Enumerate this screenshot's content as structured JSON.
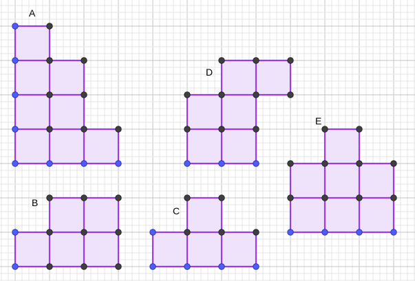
{
  "colors": {
    "background": "#ffffff",
    "grid_minor": "#e6e6e6",
    "grid_major": "#c4c4c4",
    "fill": "#efe3fb",
    "edge": "#9b3be8",
    "vertex_blue": "#4d5cff",
    "vertex_dark": "#3f3f3f"
  },
  "shapes": [
    {
      "id": "A",
      "label": "A",
      "cells": [
        [
          0,
          0
        ],
        [
          0,
          1
        ],
        [
          1,
          1
        ],
        [
          0,
          2
        ],
        [
          1,
          2
        ],
        [
          0,
          3
        ],
        [
          1,
          3
        ],
        [
          2,
          3
        ]
      ],
      "blue_vertices": [
        [
          0,
          0
        ],
        [
          0,
          1
        ],
        [
          0,
          2
        ],
        [
          0,
          3
        ],
        [
          0,
          4
        ],
        [
          1,
          4
        ],
        [
          2,
          4
        ],
        [
          3,
          4
        ]
      ]
    },
    {
      "id": "B",
      "label": "B",
      "cells": [
        [
          1,
          5
        ],
        [
          2,
          5
        ],
        [
          0,
          6
        ],
        [
          1,
          6
        ],
        [
          2,
          6
        ]
      ],
      "blue_vertices": [
        [
          0,
          6
        ],
        [
          0,
          7
        ]
      ]
    },
    {
      "id": "C",
      "label": "C",
      "cells": [
        [
          5,
          5
        ],
        [
          4,
          6
        ],
        [
          5,
          6
        ],
        [
          6,
          6
        ]
      ],
      "blue_vertices": [
        [
          4,
          6
        ],
        [
          4,
          7
        ],
        [
          5,
          7
        ],
        [
          6,
          7
        ],
        [
          7,
          7
        ]
      ]
    },
    {
      "id": "D",
      "label": "D",
      "cells": [
        [
          6,
          1
        ],
        [
          7,
          1
        ],
        [
          5,
          2
        ],
        [
          6,
          2
        ],
        [
          5,
          3
        ],
        [
          6,
          3
        ]
      ],
      "blue_vertices": [
        [
          5,
          4
        ],
        [
          6,
          4
        ],
        [
          7,
          4
        ]
      ]
    },
    {
      "id": "E",
      "label": "E",
      "cells": [
        [
          9,
          3
        ],
        [
          8,
          4
        ],
        [
          9,
          4
        ],
        [
          10,
          4
        ],
        [
          8,
          5
        ],
        [
          9,
          5
        ],
        [
          10,
          5
        ]
      ],
      "blue_vertices": [
        [
          8,
          6
        ],
        [
          9,
          6
        ],
        [
          10,
          6
        ],
        [
          11,
          6
        ]
      ]
    }
  ]
}
